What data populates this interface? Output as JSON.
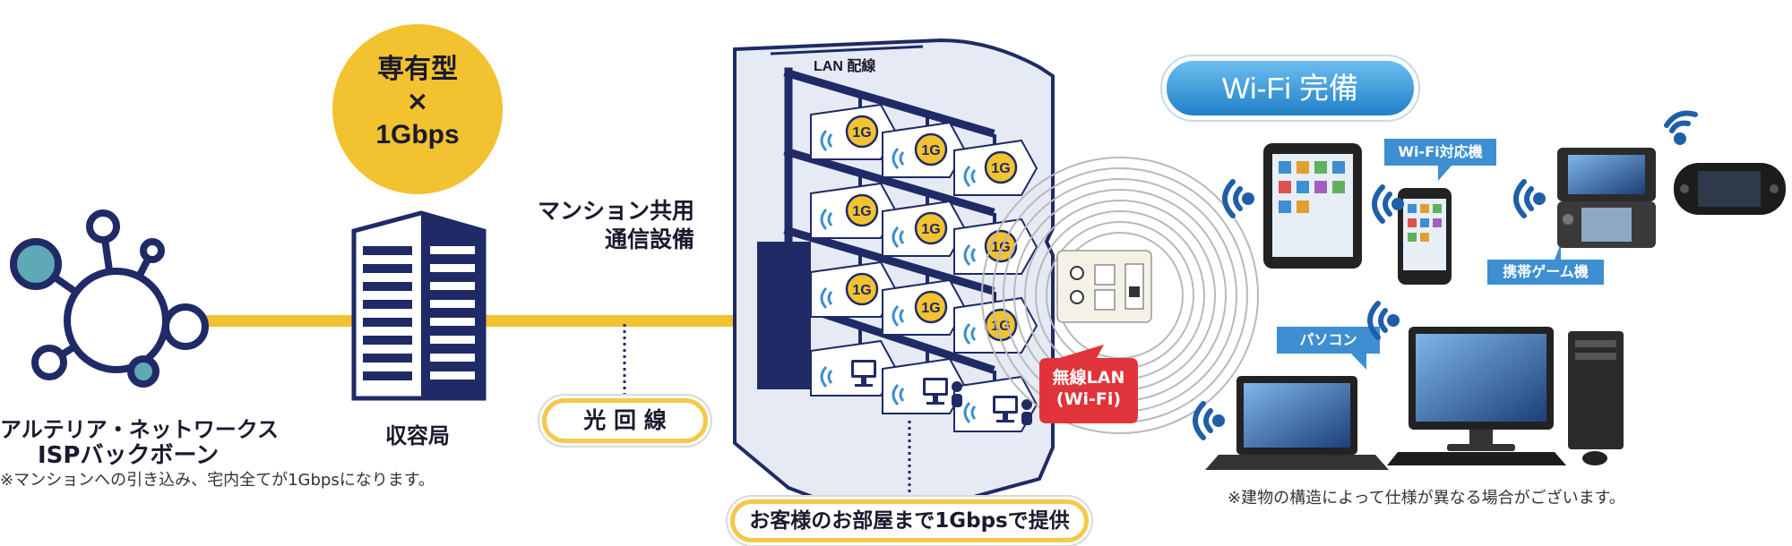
{
  "colors": {
    "navy": "#1f2a66",
    "gold": "#f2c230",
    "building_bg": "#e5eaf4",
    "wifi_blue": "#1f5fa8",
    "callout_blue": "#3d8fd1",
    "red": "#e0343a"
  },
  "isp": {
    "name": "アルテリア・ネットワークス",
    "sub": "ISPバックボーン"
  },
  "station": {
    "badge_line1": "専有型",
    "badge_line2": "×",
    "badge_line3": "1Gbps",
    "label": "収容局"
  },
  "note_left": "※マンションへの引き込み、宅内全てが1Gbpsになります。",
  "shared_equipment": {
    "line1": "マンション共用",
    "line2": "通信設備"
  },
  "fiber_label": "光 回 線",
  "lan_label": "LAN 配線",
  "port_badge": "1G",
  "delivery_label": "お客様のお部屋まで1Gbpsで提供",
  "wireless_tag": {
    "line1": "無線LAN",
    "line2": "(Wi-Fi)"
  },
  "wifi_banner": "Wi-Fi 完備",
  "devices": {
    "wifi_device_label": "Wi-Fi対応機",
    "game_label": "携帯ゲーム機",
    "pc_label": "パソコン"
  },
  "note_right": "※建物の構造によって仕様が異なる場合がございます。"
}
